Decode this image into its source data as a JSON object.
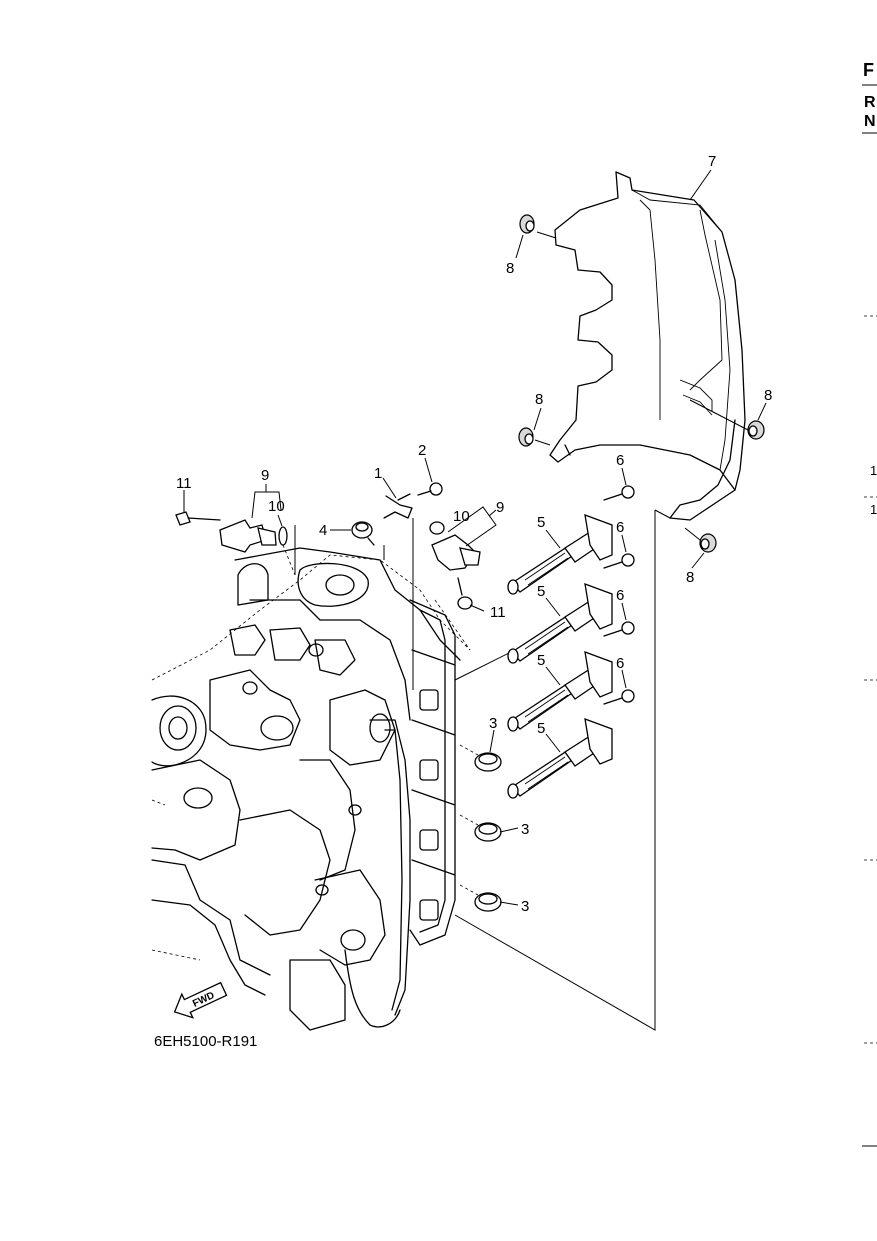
{
  "drawing_code": "6EH5100-R191",
  "fwd_label": "FWD",
  "edge": {
    "letters": [
      "F",
      "R",
      "N"
    ],
    "marks": [
      "1",
      "1"
    ]
  },
  "callouts": [
    "1",
    "2",
    "3",
    "3",
    "3",
    "4",
    "5",
    "5",
    "5",
    "5",
    "6",
    "6",
    "6",
    "6",
    "7",
    "8",
    "8",
    "8",
    "8",
    "9",
    "9",
    "10",
    "10",
    "11",
    "11"
  ]
}
